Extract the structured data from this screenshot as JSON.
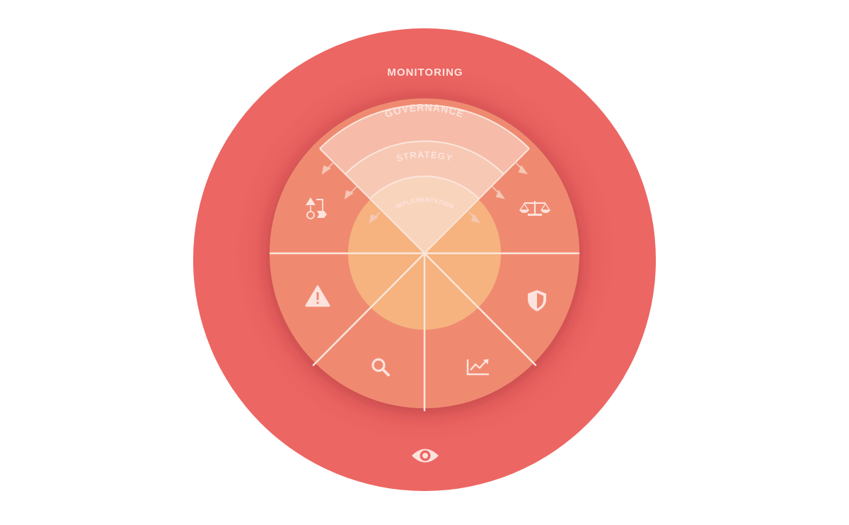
{
  "diagram": {
    "outer_label": "MONITORING",
    "arc_labels": {
      "governance": "GOVERNANCE",
      "strategy": "STRATEGY",
      "implementation": "IMPLEMENTATION"
    },
    "segment_icons": [
      "workflow-shapes-icon",
      "balance-scale-icon",
      "shield-icon",
      "trending-chart-icon",
      "magnifier-icon",
      "warning-icon"
    ],
    "footer_icon": "eye-icon",
    "colors": {
      "outer_ring": "#ec6663",
      "segments": "#ef8a71",
      "inner_circle": "#f6b37f",
      "wedge_outer": "#f6c0ae",
      "wedge_mid": "#f7c8b4",
      "wedge_inner": "#f9d4bd",
      "divider": "#fbe6dc",
      "label": "#fde3dd"
    }
  }
}
